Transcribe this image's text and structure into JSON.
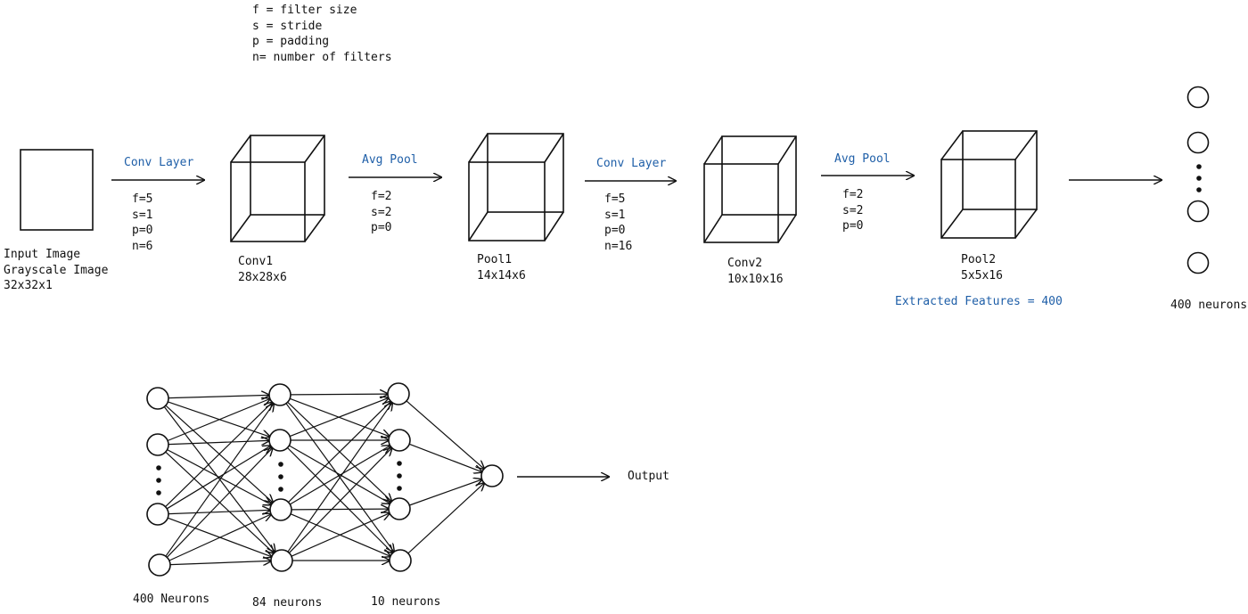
{
  "legend": {
    "items": [
      "f = filter size",
      "s = stride",
      "p = padding",
      "n= number of filters"
    ]
  },
  "input": {
    "lines": [
      "Input Image",
      "Grayscale Image",
      "32x32x1"
    ]
  },
  "steps": [
    {
      "op": "Conv Layer",
      "params": [
        "f=5",
        "s=1",
        "p=0",
        "n=6"
      ]
    },
    {
      "op": "Avg Pool",
      "params": [
        "f=2",
        "s=2",
        "p=0"
      ]
    },
    {
      "op": "Conv Layer",
      "params": [
        "f=5",
        "s=1",
        "p=0",
        "n=16"
      ]
    },
    {
      "op": "Avg Pool",
      "params": [
        "f=2",
        "s=2",
        "p=0"
      ]
    }
  ],
  "volumes": [
    {
      "name": "Conv1",
      "dims": "28x28x6"
    },
    {
      "name": "Pool1",
      "dims": "14x14x6"
    },
    {
      "name": "Conv2",
      "dims": "10x10x16"
    },
    {
      "name": "Pool2",
      "dims": "5x5x16"
    }
  ],
  "extracted_features": "Extracted Features = 400",
  "flatten_label": "400 neurons",
  "fc": {
    "layer_labels": [
      "400 Neurons",
      "84 neurons",
      "10 neurons"
    ],
    "output_label": "Output"
  },
  "colors": {
    "accent_blue": "#1f5fa8",
    "stroke": "#111111"
  }
}
